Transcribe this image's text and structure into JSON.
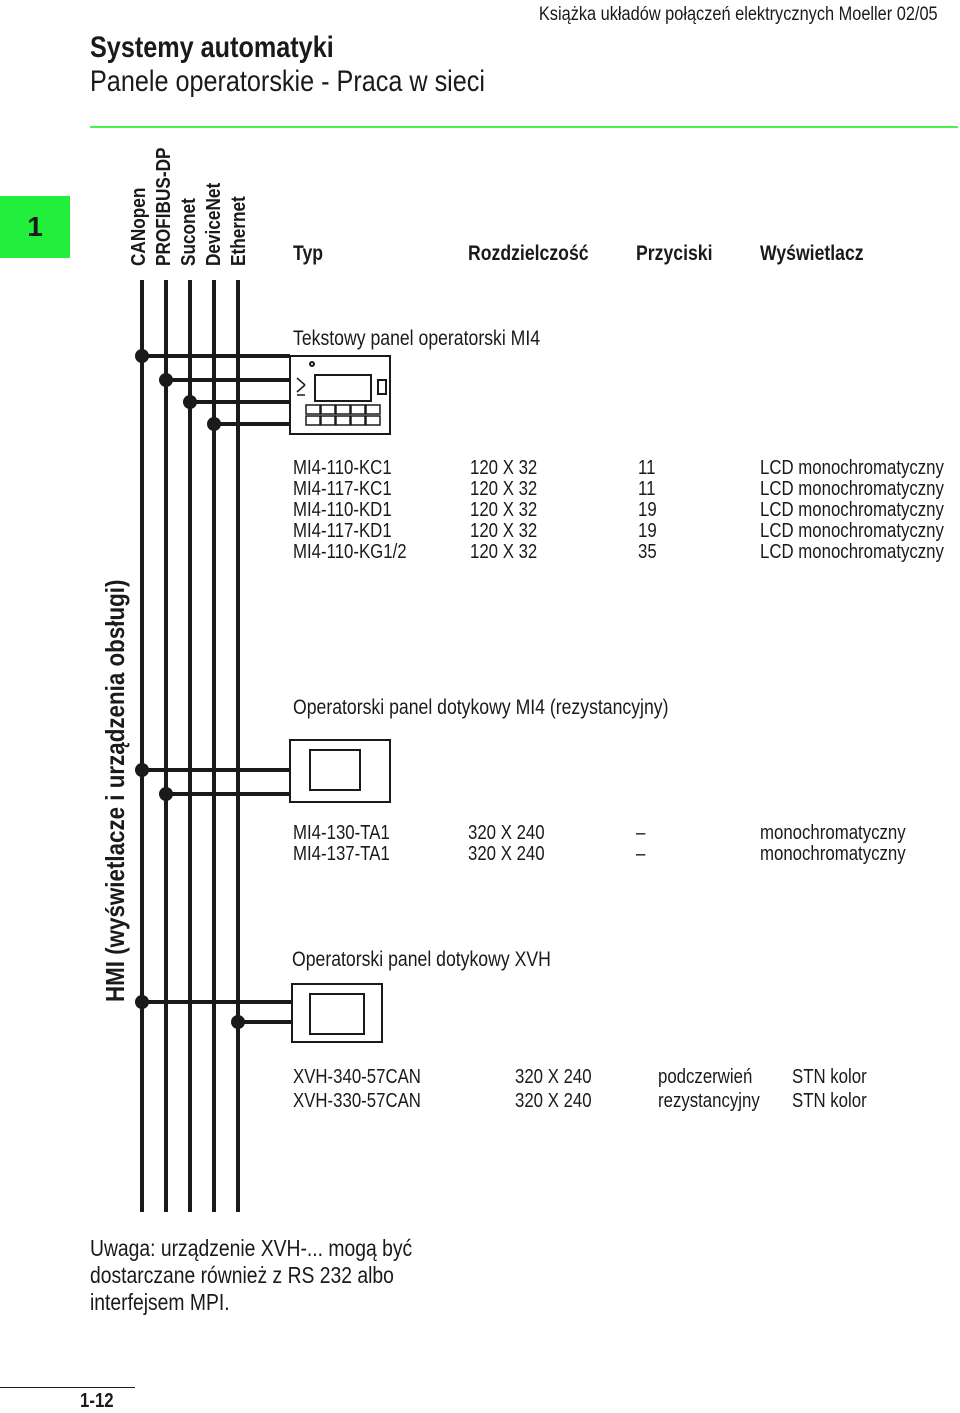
{
  "header": {
    "title": "Systemy automatyki",
    "subtitle": "Panele operatorskie - Praca w sieci",
    "book_title": "Książka układów połączeń elektrycznych Moeller 02/05",
    "chapter_number": "1",
    "accent_color": "#22ee3c"
  },
  "buses": [
    "CANopen",
    "PROFIBUS-DP",
    "Suconet",
    "DeviceNet",
    "Ethernet"
  ],
  "columns": {
    "type": "Typ",
    "resolution": "Rozdzielczość",
    "buttons": "Przyciski",
    "display": "Wyświetlacz"
  },
  "side_label": "HMI (wyświetlacze i urządzenia obsługi)",
  "sections": [
    {
      "title": "Tekstowy panel operatorski MI4",
      "device_icon": "mi4-text-panel-icon",
      "rows": [
        {
          "type": "MI4-110-KC1",
          "resolution": "120 X 32",
          "buttons": "11",
          "display": "LCD monochromatyczny"
        },
        {
          "type": "MI4-117-KC1",
          "resolution": "120 X 32",
          "buttons": "11",
          "display": "LCD monochromatyczny"
        },
        {
          "type": "MI4-110-KD1",
          "resolution": "120 X 32",
          "buttons": "19",
          "display": "LCD monochromatyczny"
        },
        {
          "type": "MI4-117-KD1",
          "resolution": "120 X 32",
          "buttons": "19",
          "display": "LCD monochromatyczny"
        },
        {
          "type": "MI4-110-KG1/2",
          "resolution": "120 X 32",
          "buttons": "35",
          "display": "LCD monochromatyczny"
        }
      ]
    },
    {
      "title": "Operatorski panel dotykowy MI4 (rezystancyjny)",
      "device_icon": "touch-panel-icon",
      "rows": [
        {
          "type": "MI4-130-TA1",
          "resolution": "320 X 240",
          "buttons": "–",
          "display": "monochromatyczny"
        },
        {
          "type": "MI4-137-TA1",
          "resolution": "320 X 240",
          "buttons": "–",
          "display": "monochromatyczny"
        }
      ]
    },
    {
      "title": "Operatorski panel dotykowy XVH",
      "device_icon": "touch-panel-icon",
      "rows": [
        {
          "type": "XVH-340-57CAN",
          "resolution": "320 X 240",
          "buttons": "podczerwień",
          "display": "STN kolor"
        },
        {
          "type": "XVH-330-57CAN",
          "resolution": "320 X 240",
          "buttons": "rezystancyjny",
          "display": "STN kolor"
        }
      ]
    }
  ],
  "note": "Uwaga: urządzenie XVH-... mogą być dostarczane również z RS 232 albo interfejsem MPI.",
  "note_lines": [
    "Uwaga: urządzenie XVH-... mogą być",
    "dostarczane również z RS 232 albo",
    "interfejsem MPI."
  ],
  "page_number": "1-12"
}
